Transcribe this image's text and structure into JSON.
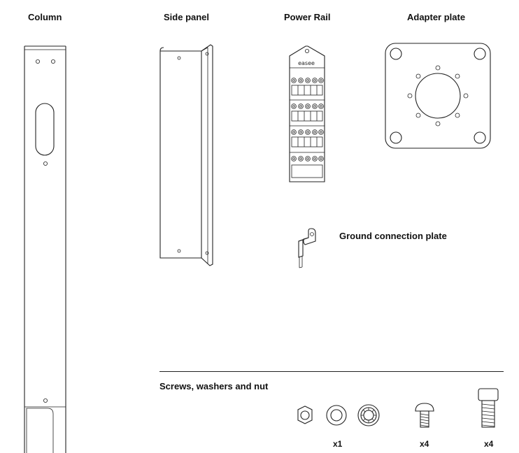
{
  "labels": {
    "column": "Column",
    "side_panel": "Side panel",
    "power_rail": "Power Rail",
    "adapter_plate": "Adapter plate",
    "ground_plate": "Ground connection plate",
    "screws_section": "Screws, washers and nut",
    "brand": "easee"
  },
  "counts": {
    "washers": "x1",
    "button_screws": "x4",
    "cap_screws": "x4"
  },
  "colors": {
    "line": "#222222",
    "text": "#111111",
    "background": "#ffffff"
  }
}
